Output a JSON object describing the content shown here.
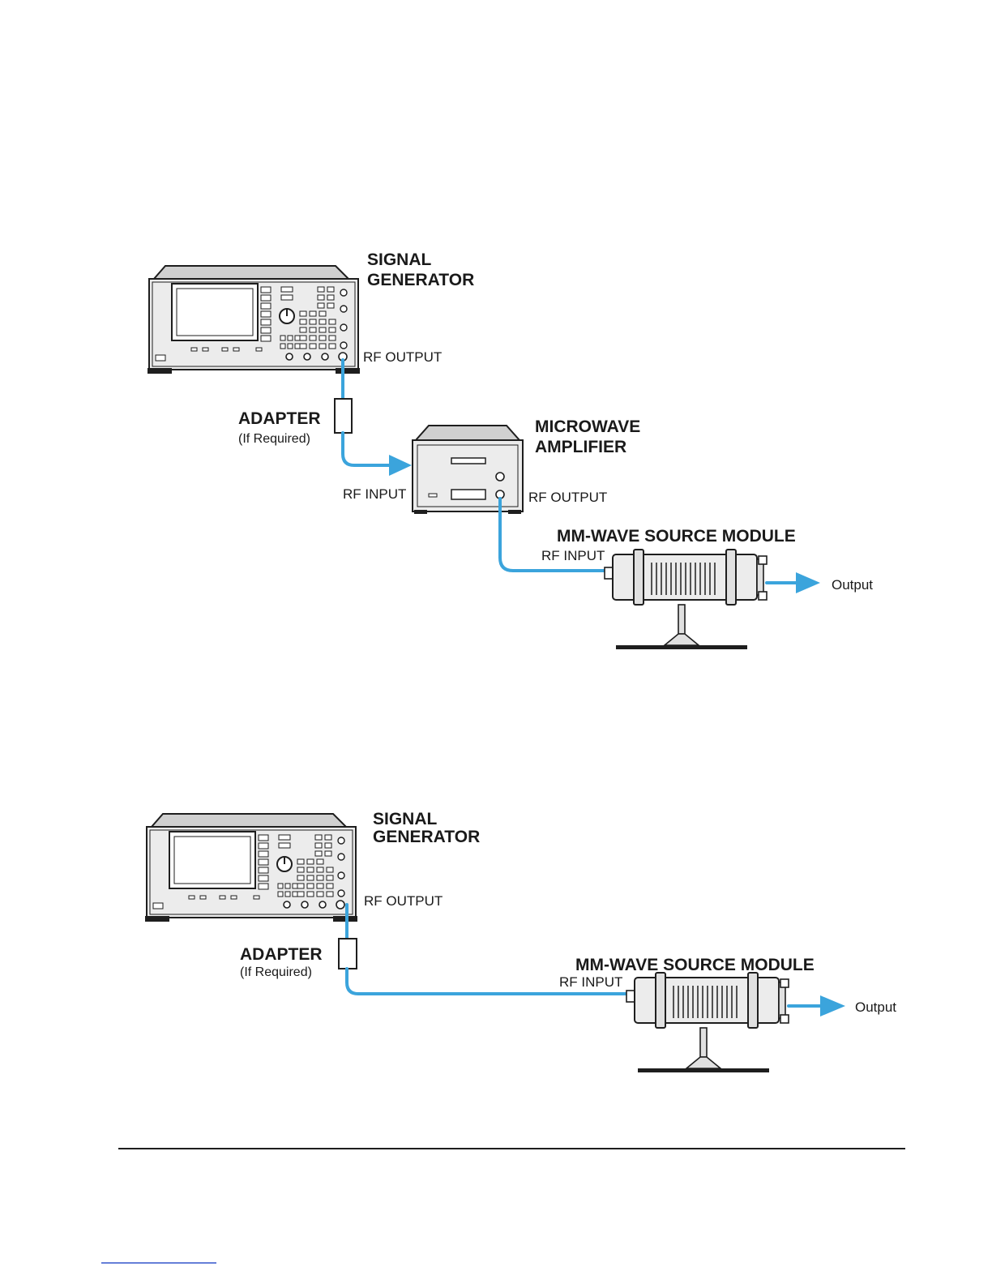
{
  "colors": {
    "cable": "#3ba4dc",
    "ink": "#1e1e1e",
    "panel": "#ececec"
  },
  "diagrams": [
    {
      "signal_generator": {
        "line1": "SIGNAL",
        "line2": "GENERATOR",
        "rf_output": "RF OUTPUT"
      },
      "adapter": {
        "label": "ADAPTER",
        "note": "(If Required)"
      },
      "amplifier": {
        "line1": "MICROWAVE",
        "line2": "AMPLIFIER",
        "rf_input": "RF INPUT",
        "rf_output": "RF OUTPUT"
      },
      "source_module": {
        "label": "MM-WAVE SOURCE MODULE",
        "rf_input": "RF INPUT",
        "output": "Output"
      }
    },
    {
      "signal_generator": {
        "line1": "SIGNAL",
        "line2": "GENERATOR",
        "rf_output": "RF OUTPUT"
      },
      "adapter": {
        "label": "ADAPTER",
        "note": "(If Required)"
      },
      "source_module": {
        "label": "MM-WAVE SOURCE MODULE",
        "rf_input": "RF INPUT",
        "output": "Output"
      }
    }
  ]
}
